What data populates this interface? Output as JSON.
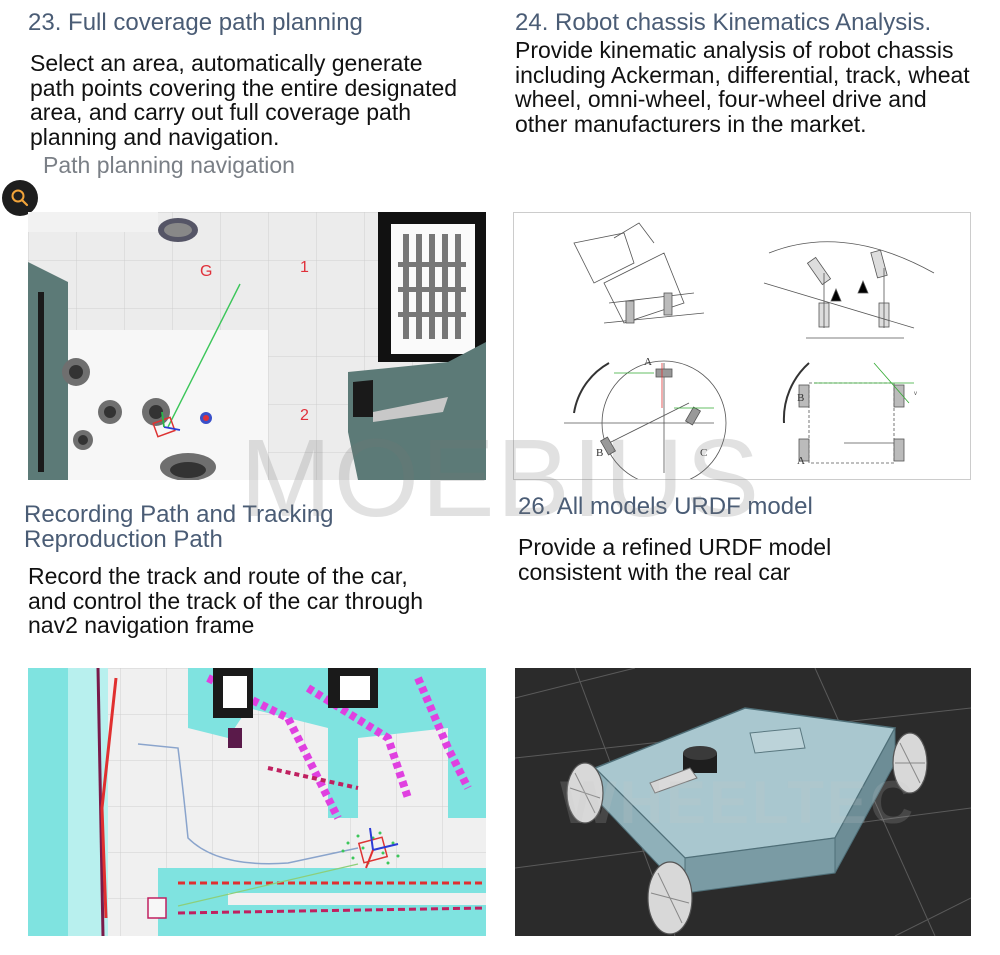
{
  "section23": {
    "title": "23. Full coverage path planning",
    "description": [
      "Select an area, automatically generate",
      "path points covering the entire designated",
      "area, and carry out full coverage path",
      "planning and navigation."
    ],
    "caption": "Path planning navigation",
    "map_labels": [
      "G",
      "1",
      "2"
    ]
  },
  "section24": {
    "title": "24. Robot chassis Kinematics Analysis.",
    "description": [
      "Provide kinematic analysis of robot chassis",
      "including Ackerman, differential, track, wheat",
      "wheel, omni-wheel, four-wheel drive and",
      "other manufacturers in the market."
    ],
    "diagram_labels": [
      "A",
      "B",
      "C",
      "B",
      "A"
    ]
  },
  "section25": {
    "title": [
      "Recording Path and Tracking",
      "Reproduction Path"
    ],
    "description": [
      "Record the track and route of the car,",
      "and control the track of the car through",
      "nav2 navigation frame"
    ]
  },
  "section26": {
    "title": "26. All models URDF model",
    "description": [
      "Provide a refined URDF model",
      "consistent with the real car"
    ]
  },
  "watermarks": {
    "center": "MOEBIUS",
    "urdf": "WHEELTEC"
  },
  "icons": {
    "zoom": "search-icon"
  },
  "colors": {
    "title": "#4a5c75",
    "map_label": "#e0303a",
    "cyan_costmap": "#7fe3e0",
    "magenta_costmap": "#e040e0"
  }
}
